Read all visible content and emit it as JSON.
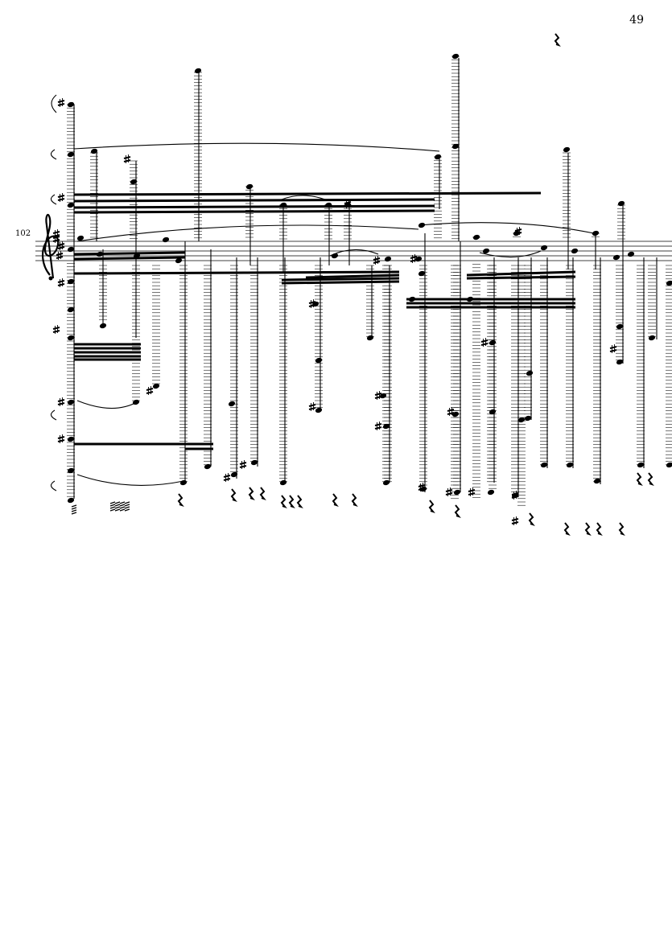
{
  "page": {
    "number": "49",
    "measure_number": "102"
  },
  "staff": {
    "clef": "treble-clef",
    "key_signature": "sharp-accidentals",
    "ink_color": "#000000",
    "paper_color": "#ffffff"
  }
}
